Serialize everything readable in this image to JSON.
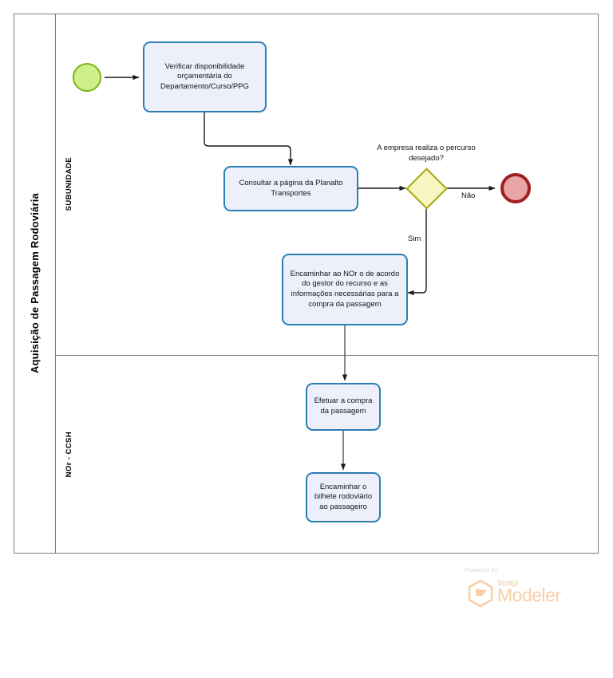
{
  "pool": {
    "title": "Aquisição de Passagem Rodoviária"
  },
  "lanes": [
    {
      "id": "lane-subunidade",
      "label": "SUBUNIDADE"
    },
    {
      "id": "lane-nor-ccsh",
      "label": "NOr - CCSH"
    }
  ],
  "events": [
    {
      "id": "start-event",
      "type": "start",
      "label": "",
      "fill": "#cdf08a",
      "stroke": "#7ab317"
    },
    {
      "id": "end-event",
      "type": "end",
      "label": "",
      "fill": "#e8a5a5",
      "stroke": "#a01f21"
    }
  ],
  "tasks": [
    {
      "id": "task-verificar-disponibilidade",
      "label": "Verificar disponibilidade orçamentária do Departamento/Curso/PPG"
    },
    {
      "id": "task-consultar-pagina",
      "label": "Consultar a página da Planalto Transportes"
    },
    {
      "id": "task-encaminhar-nor",
      "label": "Encaminhar ao NOr o de acordo do gestor do recurso e as informações necessárias para a compra da passagem"
    },
    {
      "id": "task-efetuar-compra",
      "label": "Efetuar a compra da passagem"
    },
    {
      "id": "task-encaminhar-bilhete",
      "label": "Encaminhar o bilhete rodoviário ao passageiro"
    }
  ],
  "gateway": {
    "id": "gateway-empresa-percurso",
    "label": "A empresa realiza o percurso desejado?",
    "fill": "#f8f6c0",
    "stroke": "#a6a60c"
  },
  "flow_labels": {
    "nao": "Não",
    "sim": "Sim"
  },
  "watermark": {
    "powered_by": "Powered by",
    "brand": "bizagi",
    "product": "Modeler"
  },
  "colors": {
    "task_fill": "#edf0fb",
    "task_stroke": "#2a7fb5",
    "pool_stroke": "#7c7c7c",
    "edge": "#1a1a1a"
  }
}
